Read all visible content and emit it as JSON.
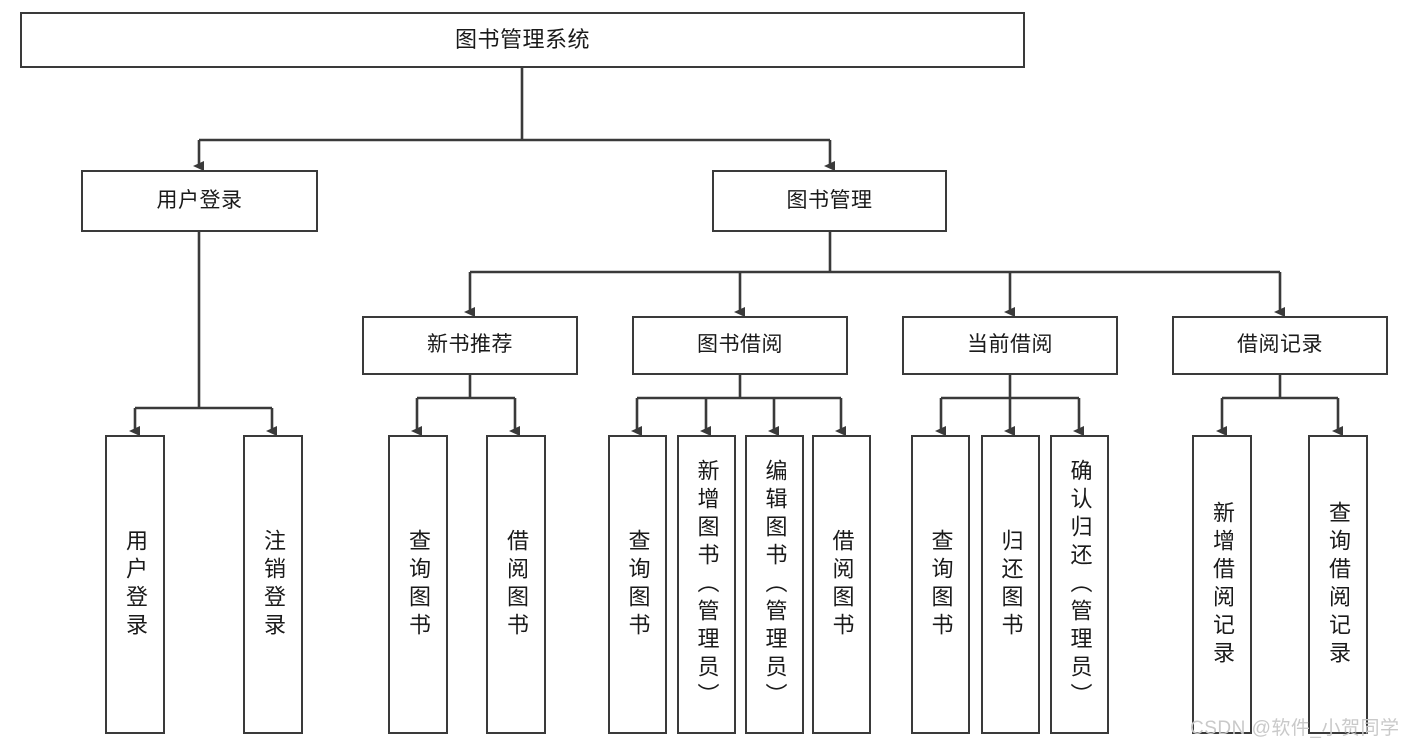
{
  "diagram": {
    "title": "图书管理系统",
    "type": "hierarchical-tree-flowchart",
    "background_color": "#ffffff",
    "border_color": "#3a3a3a",
    "text_color": "#1a1a1a",
    "nodes": {
      "root": {
        "label": "图书管理系统"
      },
      "level2": [
        {
          "label": "用户登录"
        },
        {
          "label": "图书管理"
        }
      ],
      "level3": [
        {
          "label": "新书推荐"
        },
        {
          "label": "图书借阅"
        },
        {
          "label": "当前借阅"
        },
        {
          "label": "借阅记录"
        }
      ],
      "leaves": [
        {
          "label": "用户登录"
        },
        {
          "label": "注销登录"
        },
        {
          "label": "查询图书"
        },
        {
          "label": "借阅图书"
        },
        {
          "label": "查询图书"
        },
        {
          "label": "新增图书（管理员）"
        },
        {
          "label": "编辑图书（管理员）"
        },
        {
          "label": "借阅图书"
        },
        {
          "label": "查询图书"
        },
        {
          "label": "归还图书"
        },
        {
          "label": "确认归还（管理员）"
        },
        {
          "label": "新增借阅记录"
        },
        {
          "label": "查询借阅记录"
        }
      ]
    }
  },
  "watermark": {
    "text": "CSDN @软件_小贺同学",
    "color": "#c9c9c9"
  }
}
